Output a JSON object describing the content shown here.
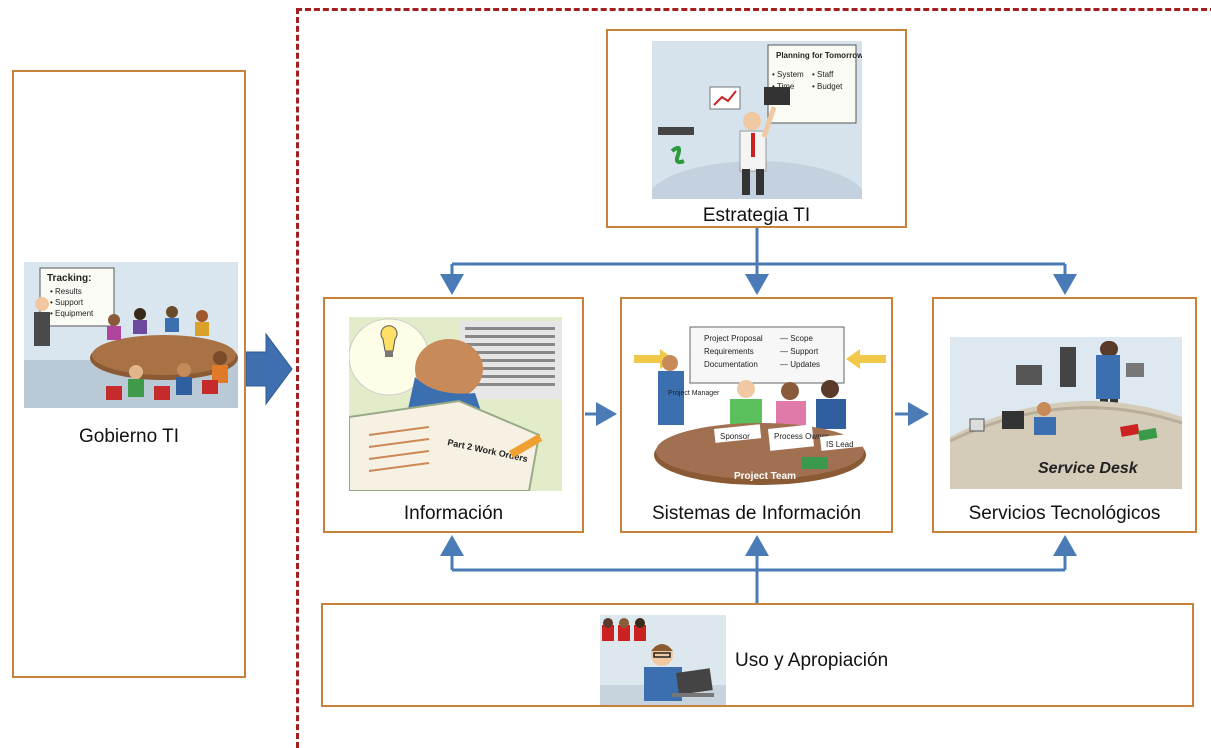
{
  "diagram": {
    "gobierno": {
      "label": "Gobierno TI",
      "board_title": "Tracking:",
      "board_items": [
        "• Results",
        "• Support",
        "• Equipment"
      ]
    },
    "estrategia": {
      "label": "Estrategia TI",
      "board_title": "Planning for Tomorrow's Issues:",
      "board_items": [
        "• System",
        "• Staff",
        "• Time",
        "• Budget"
      ]
    },
    "informacion": {
      "label": "Información",
      "book_text": "Part 2 Work Orders"
    },
    "sistemas": {
      "label": "Sistemas de Información",
      "board_items": [
        "Project Proposal",
        "Requirements",
        "Documentation",
        "— Scope",
        "— Support",
        "— Updates"
      ],
      "roles": [
        "Project Manager",
        "Sponsor",
        "Process Owner",
        "IS Lead"
      ],
      "table_label": "Project Team"
    },
    "servicios": {
      "label": "Servicios Tecnológicos",
      "desk_text": "Service Desk"
    },
    "uso": {
      "label": "Uso y Apropiación"
    }
  },
  "colors": {
    "box_border": "#c8813a",
    "arrow": "#4a7bb7",
    "dashed_frame": "#a32020"
  }
}
